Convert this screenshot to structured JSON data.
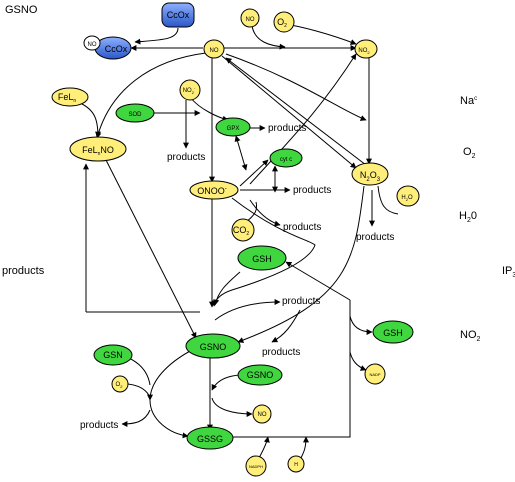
{
  "title": "GSNO",
  "side_labels": {
    "na": "Na",
    "na_sup": "c",
    "o2": "O",
    "o2_sub": "2",
    "h2o": "H",
    "h2o_sub": "2",
    "h2o_tail": "0",
    "ip3": "IP",
    "ip3_sub": "3",
    "no2": "NO",
    "no2_sub": "2",
    "products": "products"
  },
  "nodes": {
    "ccox_top": "CcOx",
    "ccox_left": "CcOx",
    "no_badge": "NO",
    "no_center": "NO",
    "no_small": "NO",
    "o2_small": "O",
    "o2_small_sub": "2",
    "no2_right": "NO",
    "no2_right_sub": "2",
    "fe_top": "FeL",
    "fe_top_sub": "n",
    "no2_minus": "NO",
    "no2_minus_sub": "2",
    "no2_minus_sup": "-",
    "sod": "SOD",
    "gpx": "GPX",
    "fenno": "FeL",
    "fenno_sub": "n",
    "fenno_tail": "NO",
    "cytc": "cyt c",
    "onoo": "ONOO",
    "onoo_sup": "-",
    "n2o3": "N",
    "n2o3_sub1": "2",
    "n2o3_mid": "O",
    "n2o3_sub2": "3",
    "h2o_node": "H",
    "h2o_node_sub": "2",
    "h2o_node_tail": "O",
    "co2": "CO",
    "co2_sub": "2",
    "gsh_top": "GSH",
    "gsh_right": "GSH",
    "gsno_main": "GSNO",
    "gsn": "GSN",
    "nadph_right": "NADP",
    "gsno_small": "GSNO",
    "o2_lower": "O",
    "o2_lower_sub": "2",
    "no_lower": "NO",
    "gssg": "GSSG",
    "nadph_bottom": "NADPH",
    "small_bottom": "H"
  },
  "product_labels": {
    "p_sod": "products",
    "p_gpx": "products",
    "p_onoo": "products",
    "p_co2": "products",
    "p_h2o": "products",
    "p_gsno_up": "products",
    "p_gsno_down": "products",
    "p_gsn": "products"
  },
  "colors": {
    "green": "#3fd63f",
    "yellow": "#ffef7a",
    "blue": "#3b6fe0",
    "stroke": "#000000"
  }
}
